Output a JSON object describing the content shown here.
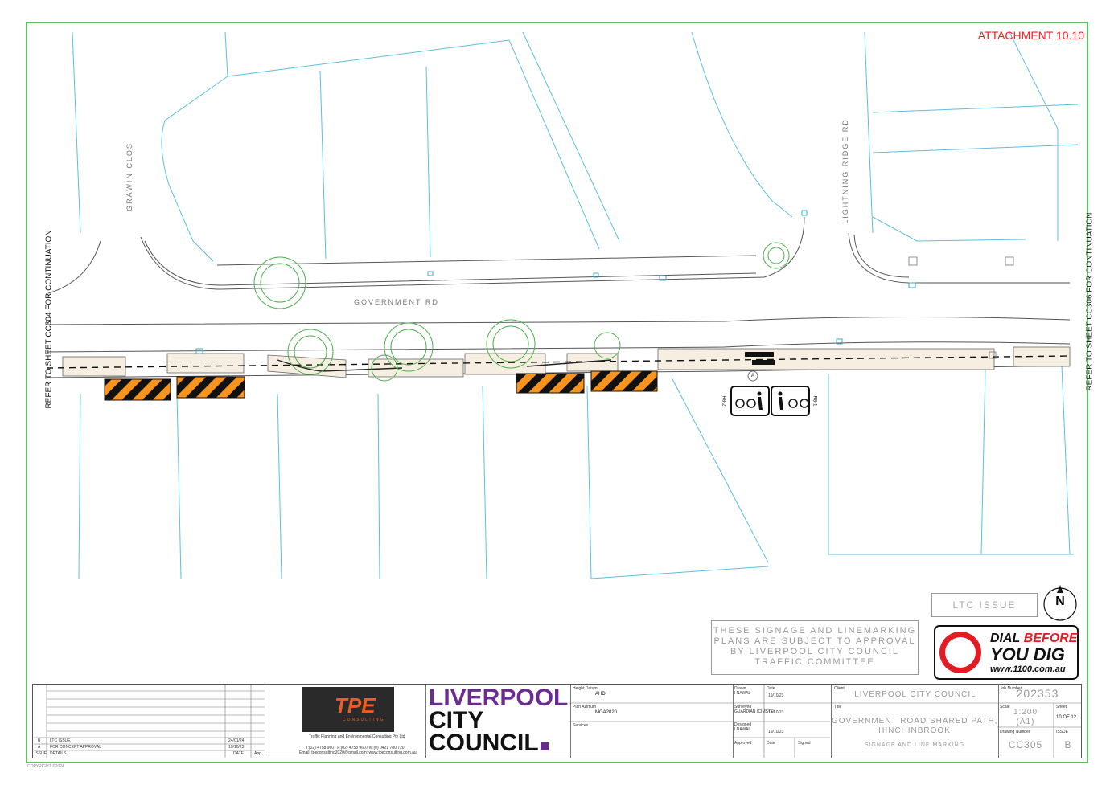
{
  "attachment": "ATTACHMENT 10.10",
  "left_ref": "REFER TO SHEET CC304 FOR CONTINUATION",
  "right_ref": "REFER TO SHEET CC306 FOR CONTINUATION",
  "roads": {
    "government": "GOVERNMENT RD",
    "grawin": "GRAWIN CLOS",
    "lightning": "LIGHTNING RIDGE RD"
  },
  "signs": {
    "left_code": "R8-2",
    "right_code": "R8-1",
    "marker": "A"
  },
  "ltc_box": "LTC ISSUE",
  "north": "N",
  "notice": "THESE SIGNAGE AND LINEMARKING PLANS ARE SUBJECT TO APPROVAL BY LIVERPOOL CITY COUNCIL TRAFFIC COMMITTEE",
  "dial": {
    "line1a": "DIAL",
    "line1b": "BEFORE",
    "line2": "YOU DIG",
    "line3": "www.1100.com.au"
  },
  "revisions": {
    "rows": [
      {
        "issue": "B",
        "details": "LTC ISSUE",
        "date": "24/01/24"
      },
      {
        "issue": "A",
        "details": "FOR CONCEPT APPROVAL",
        "date": "19/10/23"
      }
    ],
    "headers": {
      "issue": "ISSUE",
      "details": "DETAILS",
      "date": "DATE",
      "app": "App"
    }
  },
  "tpe": {
    "logo": "TPE",
    "logo_sub": "CONSULTING",
    "company": "Traffic Planning and Environmental Consulting Pty Ltd",
    "contact": "T:(02) 4758 9607 F:(02) 4758 9607 M:(0) 0421 780 720",
    "email": "Email: tpeconsulting2020@gmail.com; www.tpeconsulting.com.au"
  },
  "council_logo": {
    "l1": "LIVERPOOL",
    "l2": "CITY",
    "l3": "COUNCIL"
  },
  "datum": {
    "height_label": "Height Datum",
    "height_value": "AHD",
    "plan_label": "Plan Azimuth",
    "plan_value": "MGA2020",
    "services_label": "Services"
  },
  "people": {
    "drawn_label": "Drawn",
    "drawn_value": "I NAWAL",
    "drawn_date": "19/10/23",
    "surveyed_label": "Surveyed",
    "surveyed_value": "GUARDIAN (CIMSTE)",
    "surveyed_date": "15/10/23",
    "designed_label": "Designed",
    "designed_value": "I NAWAL",
    "designed_date": "19/10/23",
    "approved_label": "Approved",
    "date_label": "Date",
    "signed_label": "Signed"
  },
  "client_label": "Client",
  "client": "LIVERPOOL CITY COUNCIL",
  "title_label": "Title",
  "title1": "GOVERNMENT ROAD SHARED PATH,",
  "title2": "HINCHINBROOK",
  "subtitle": "SIGNAGE AND LINE MARKING",
  "job_label": "Job Number",
  "job": "202353",
  "scale_label": "Scale",
  "scale": "1:200",
  "scale_sheet": "(A1)",
  "sheet_label": "Sheet",
  "sheet": "10 OF 12",
  "drawing_label": "Drawing Number",
  "drawing": "CC305",
  "issue_label": "ISSUE",
  "issue": "B",
  "copyright": "COPYRIGHT ©2024"
}
